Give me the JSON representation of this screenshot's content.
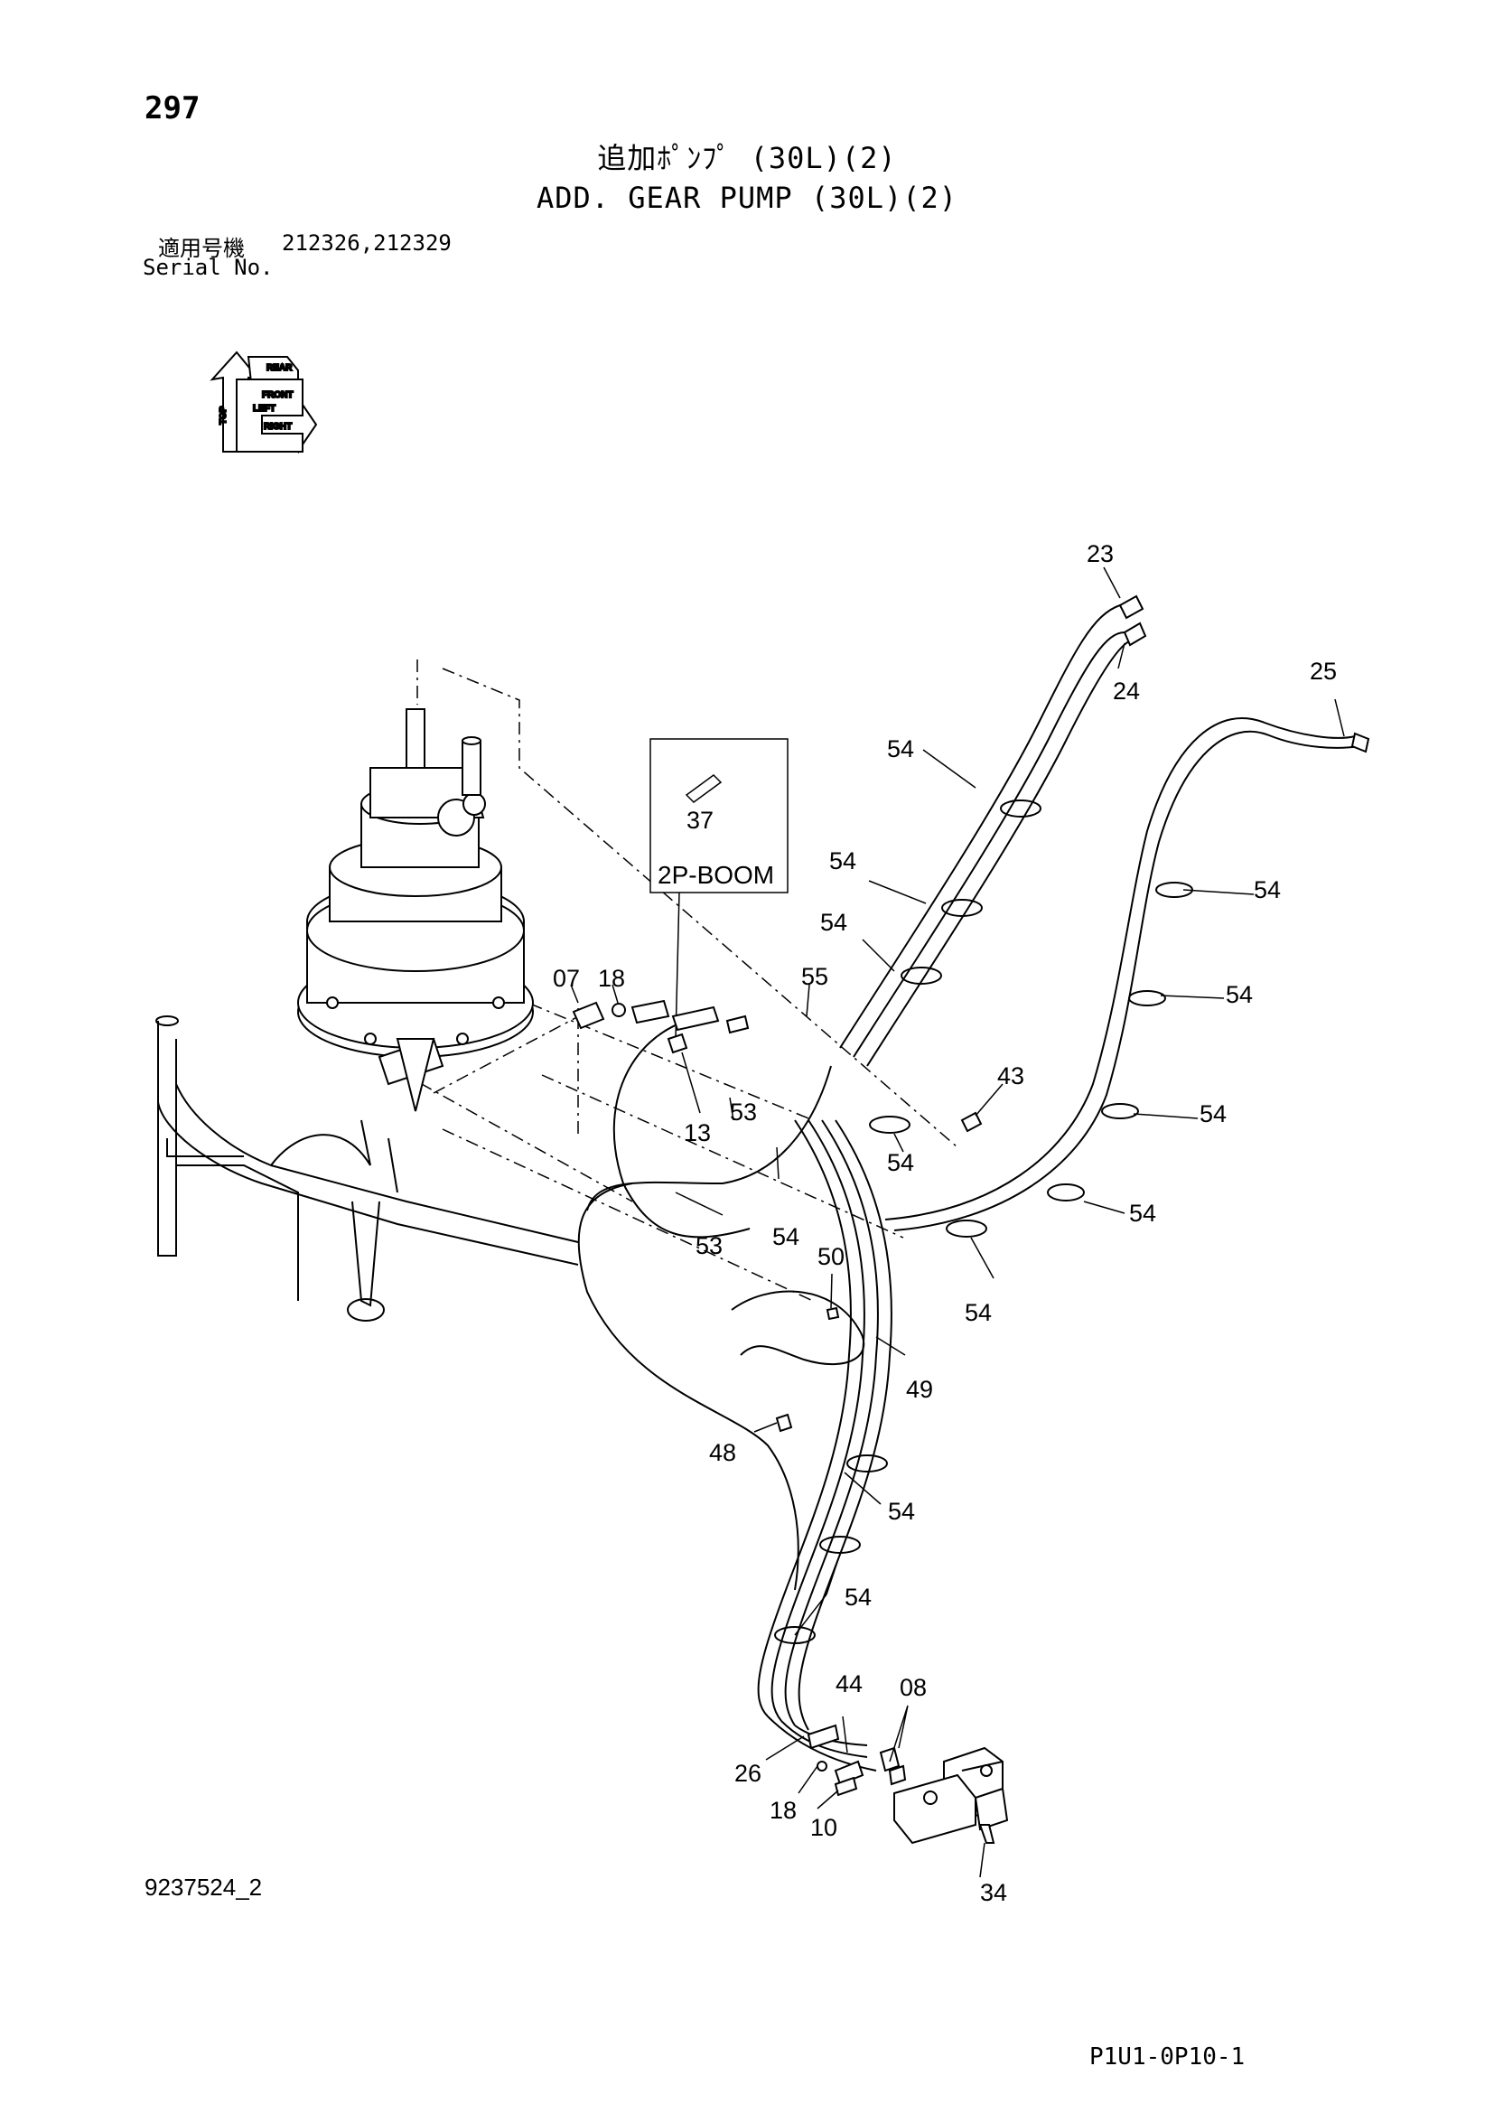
{
  "header": {
    "page_number": "297",
    "title_jp": "追加ﾎﾟﾝﾌﾟ (30L)(2)",
    "title_en": "ADD. GEAR PUMP (30L)(2)",
    "serial_label_jp": "適用号機",
    "serial_numbers": "212326,212329",
    "serial_label_en": "Serial No."
  },
  "orientation": {
    "labels": [
      "TOP",
      "REAR",
      "FRONT",
      "LEFT",
      "RIGHT"
    ]
  },
  "inset": {
    "label": "2P-BOOM"
  },
  "callouts": {
    "c23": "23",
    "c24": "24",
    "c25": "25",
    "c54": "54",
    "c37": "37",
    "c07": "07",
    "c18": "18",
    "c55": "55",
    "c43": "43",
    "c53": "53",
    "c13": "13",
    "c50": "50",
    "c49": "49",
    "c48": "48",
    "c44": "44",
    "c08": "08",
    "c26": "26",
    "c10": "10",
    "c34": "34"
  },
  "footer": {
    "drawing_number": "9237524_2",
    "page_code": "P1U1-0P10-1"
  }
}
